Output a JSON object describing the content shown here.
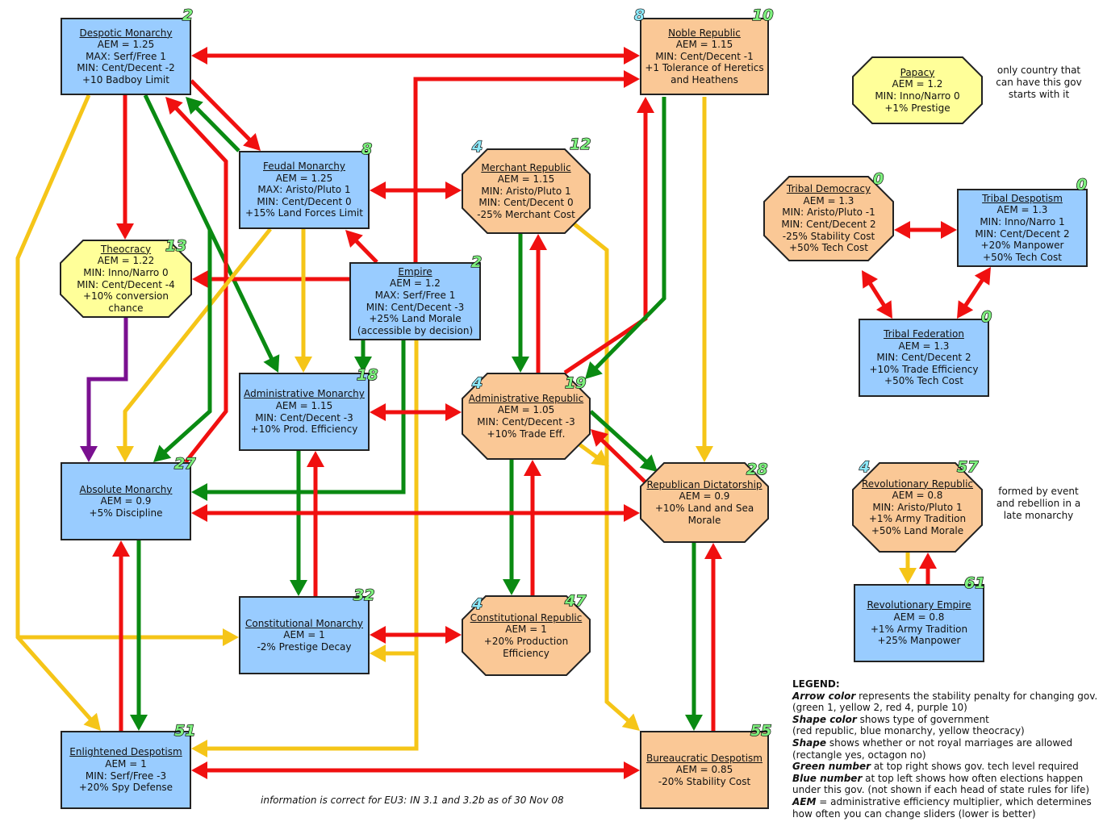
{
  "colors": {
    "arrow_green": "#0a8a12",
    "arrow_yellow": "#f5c518",
    "arrow_red": "#f01010",
    "arrow_purple": "#7a1090",
    "monarchy_blue": "#99ccff",
    "republic_orange": "#fac896",
    "theocracy_yellow": "#ffff99",
    "tech_number_green": "#7ef07e",
    "election_number_blue": "#8ee8f8"
  },
  "nodes": {
    "despotic_monarchy": {
      "title": "Despotic Monarchy",
      "lines": [
        "AEM = 1.25",
        "MAX: Serf/Free 1",
        "MIN: Cent/Decent -2",
        "+10 Badboy Limit"
      ],
      "tech": "2",
      "election": "",
      "type": "monarchy",
      "shape": "rectangle"
    },
    "noble_republic": {
      "title": "Noble Republic",
      "lines": [
        "AEM = 1.15",
        "MIN: Cent/Decent -1",
        "+1 Tolerance of Heretics",
        "and Heathens"
      ],
      "tech": "10",
      "election": "8",
      "type": "republic",
      "shape": "rectangle"
    },
    "papacy": {
      "title": "Papacy",
      "lines": [
        "AEM = 1.2",
        "MIN: Inno/Narro 0",
        "+1% Prestige"
      ],
      "tech": "",
      "election": "",
      "type": "theocracy",
      "shape": "octagon"
    },
    "feudal_monarchy": {
      "title": "Feudal Monarchy",
      "lines": [
        "AEM = 1.25",
        "MAX: Aristo/Pluto 1",
        "MIN: Cent/Decent 0",
        "+15% Land Forces Limit"
      ],
      "tech": "8",
      "election": "",
      "type": "monarchy",
      "shape": "rectangle"
    },
    "merchant_republic": {
      "title": "Merchant Republic",
      "lines": [
        "AEM = 1.15",
        "MIN: Aristo/Pluto 1",
        "MIN: Cent/Decent 0",
        "-25% Merchant Cost"
      ],
      "tech": "12",
      "election": "4",
      "type": "republic",
      "shape": "octagon"
    },
    "tribal_democracy": {
      "title": "Tribal Democracy",
      "lines": [
        "AEM = 1.3",
        "MIN: Aristo/Pluto -1",
        "MIN: Cent/Decent 2",
        "-25% Stability Cost",
        "+50% Tech Cost"
      ],
      "tech": "0",
      "election": "",
      "type": "republic",
      "shape": "octagon"
    },
    "tribal_despotism": {
      "title": "Tribal Despotism",
      "lines": [
        "AEM = 1.3",
        "MIN: Inno/Narro 1",
        "MIN: Cent/Decent 2",
        "+20% Manpower",
        "+50% Tech Cost"
      ],
      "tech": "0",
      "election": "",
      "type": "monarchy",
      "shape": "rectangle"
    },
    "theocracy": {
      "title": "Theocracy",
      "lines": [
        "AEM = 1.22",
        "MIN: Inno/Narro 0",
        "MIN: Cent/Decent -4",
        "+10% conversion",
        "chance"
      ],
      "tech": "13",
      "election": "",
      "type": "theocracy",
      "shape": "octagon"
    },
    "empire": {
      "title": "Empire",
      "lines": [
        "AEM = 1.2",
        "MAX: Serf/Free 1",
        "MIN: Cent/Decent -3",
        "+25% Land Morale",
        "(accessible by decision)"
      ],
      "tech": "2",
      "election": "",
      "type": "monarchy",
      "shape": "rectangle"
    },
    "tribal_federation": {
      "title": "Tribal Federation",
      "lines": [
        "AEM = 1.3",
        "MIN: Cent/Decent 2",
        "+10% Trade Efficiency",
        "+50% Tech Cost"
      ],
      "tech": "0",
      "election": "",
      "type": "monarchy",
      "shape": "rectangle"
    },
    "administrative_monarchy": {
      "title": "Administrative Monarchy",
      "lines": [
        "AEM = 1.15",
        "MIN: Cent/Decent -3",
        "+10% Prod. Efficiency"
      ],
      "tech": "18",
      "election": "",
      "type": "monarchy",
      "shape": "rectangle"
    },
    "administrative_republic": {
      "title": "Administrative Republic",
      "lines": [
        "AEM = 1.05",
        "MIN: Cent/Decent -3",
        "+10% Trade Eff."
      ],
      "tech": "19",
      "election": "4",
      "type": "republic",
      "shape": "octagon"
    },
    "absolute_monarchy": {
      "title": "Absolute Monarchy",
      "lines": [
        "AEM = 0.9",
        "+5% Discipline"
      ],
      "tech": "27",
      "election": "",
      "type": "monarchy",
      "shape": "rectangle"
    },
    "republican_dictatorship": {
      "title": "Republican Dictatorship",
      "lines": [
        "AEM = 0.9",
        "+10% Land and Sea",
        "Morale"
      ],
      "tech": "28",
      "election": "",
      "type": "republic",
      "shape": "octagon"
    },
    "revolutionary_republic": {
      "title": "Revolutionary Republic",
      "lines": [
        "AEM = 0.8",
        "MIN: Aristo/Pluto 1",
        "+1% Army Tradition",
        "+50% Land Morale"
      ],
      "tech": "57",
      "election": "4",
      "type": "republic",
      "shape": "octagon"
    },
    "revolutionary_empire": {
      "title": "Revolutionary Empire",
      "lines": [
        "AEM = 0.8",
        "+1% Army Tradition",
        "+25% Manpower"
      ],
      "tech": "61",
      "election": "",
      "type": "monarchy",
      "shape": "rectangle"
    },
    "constitutional_monarchy": {
      "title": "Constitutional Monarchy",
      "lines": [
        "AEM = 1",
        "-2% Prestige Decay"
      ],
      "tech": "32",
      "election": "",
      "type": "monarchy",
      "shape": "rectangle"
    },
    "constitutional_republic": {
      "title": "Constitutional Republic",
      "lines": [
        "AEM = 1",
        "+20% Production",
        "Efficiency"
      ],
      "tech": "47",
      "election": "4",
      "type": "republic",
      "shape": "octagon"
    },
    "enlightened_despotism": {
      "title": "Enlightened Despotism",
      "lines": [
        "AEM = 1",
        "MIN: Serf/Free -3",
        "+20% Spy Defense"
      ],
      "tech": "51",
      "election": "",
      "type": "monarchy",
      "shape": "rectangle"
    },
    "bureaucratic_despotism": {
      "title": "Bureaucratic Despotism",
      "lines": [
        "AEM = 0.85",
        "-20% Stability Cost"
      ],
      "tech": "55",
      "election": "",
      "type": "republic",
      "shape": "rectangle"
    }
  },
  "edges": [
    {
      "from": "despotic_monarchy",
      "to": "noble_republic",
      "color": "red",
      "bidirectional": true
    },
    {
      "from": "empire",
      "to": "noble_republic",
      "color": "red",
      "bidirectional": false
    },
    {
      "from": "despotic_monarchy",
      "to": "feudal_monarchy",
      "color": "red",
      "bidirectional": false
    },
    {
      "from": "feudal_monarchy",
      "to": "despotic_monarchy",
      "color": "green",
      "bidirectional": false
    },
    {
      "from": "despotic_monarchy",
      "to": "theocracy",
      "color": "red",
      "bidirectional": false
    },
    {
      "from": "despotic_monarchy",
      "to": "administrative_monarchy",
      "color": "green",
      "bidirectional": false
    },
    {
      "from": "absolute_monarchy",
      "to": "despotic_monarchy",
      "color": "red",
      "bidirectional": false
    },
    {
      "from": "despotic_monarchy",
      "to": "enlightened_despotism",
      "color": "yellow",
      "bidirectional": false
    },
    {
      "from": "despotic_monarchy",
      "to": "constitutional_monarchy",
      "color": "yellow",
      "bidirectional": false
    },
    {
      "from": "feudal_monarchy",
      "to": "merchant_republic",
      "color": "red",
      "bidirectional": true
    },
    {
      "from": "empire",
      "to": "feudal_monarchy",
      "color": "red",
      "bidirectional": false
    },
    {
      "from": "empire",
      "to": "theocracy",
      "color": "red",
      "bidirectional": false
    },
    {
      "from": "feudal_monarchy",
      "to": "administrative_monarchy",
      "color": "yellow",
      "bidirectional": false
    },
    {
      "from": "feudal_monarchy",
      "to": "absolute_monarchy",
      "color": "yellow",
      "bidirectional": false
    },
    {
      "from": "feudal_monarchy",
      "to": "absolute_monarchy",
      "color": "green",
      "bidirectional": false
    },
    {
      "from": "empire",
      "to": "administrative_monarchy",
      "color": "green",
      "bidirectional": false
    },
    {
      "from": "empire",
      "to": "absolute_monarchy",
      "color": "green",
      "bidirectional": false
    },
    {
      "from": "empire",
      "to": "enlightened_despotism",
      "color": "yellow",
      "bidirectional": false
    },
    {
      "from": "theocracy",
      "to": "absolute_monarchy",
      "color": "purple",
      "bidirectional": false
    },
    {
      "from": "merchant_republic",
      "to": "administrative_republic",
      "color": "green",
      "bidirectional": false
    },
    {
      "from": "administrative_republic",
      "to": "merchant_republic",
      "color": "red",
      "bidirectional": false
    },
    {
      "from": "merchant_republic",
      "to": "bureaucratic_despotism",
      "color": "yellow",
      "bidirectional": false
    },
    {
      "from": "administrative_republic",
      "to": "noble_republic",
      "color": "red",
      "bidirectional": false
    },
    {
      "from": "noble_republic",
      "to": "administrative_republic",
      "color": "green",
      "bidirectional": false
    },
    {
      "from": "noble_republic",
      "to": "republican_dictatorship",
      "color": "yellow",
      "bidirectional": false
    },
    {
      "from": "administrative_monarchy",
      "to": "administrative_republic",
      "color": "red",
      "bidirectional": true
    },
    {
      "from": "administrative_monarchy",
      "to": "constitutional_monarchy",
      "color": "green",
      "bidirectional": false
    },
    {
      "from": "constitutional_monarchy",
      "to": "administrative_monarchy",
      "color": "red",
      "bidirectional": false
    },
    {
      "from": "administrative_republic",
      "to": "constitutional_republic",
      "color": "green",
      "bidirectional": false
    },
    {
      "from": "constitutional_republic",
      "to": "administrative_republic",
      "color": "red",
      "bidirectional": false
    },
    {
      "from": "administrative_republic",
      "to": "republican_dictatorship",
      "color": "green",
      "bidirectional": false
    },
    {
      "from": "republican_dictatorship",
      "to": "administrative_republic",
      "color": "red",
      "bidirectional": false
    },
    {
      "from": "absolute_monarchy",
      "to": "republican_dictatorship",
      "color": "red",
      "bidirectional": true
    },
    {
      "from": "absolute_monarchy",
      "to": "enlightened_despotism",
      "color": "green",
      "bidirectional": false
    },
    {
      "from": "enlightened_despotism",
      "to": "absolute_monarchy",
      "color": "red",
      "bidirectional": false
    },
    {
      "from": "constitutional_monarchy",
      "to": "constitutional_republic",
      "color": "red",
      "bidirectional": true
    },
    {
      "from": "empire",
      "to": "constitutional_monarchy",
      "color": "yellow",
      "bidirectional": false
    },
    {
      "from": "republican_dictatorship",
      "to": "bureaucratic_despotism",
      "color": "green",
      "bidirectional": false
    },
    {
      "from": "bureaucratic_despotism",
      "to": "republican_dictatorship",
      "color": "red",
      "bidirectional": false
    },
    {
      "from": "administrative_republic",
      "to": "bureaucratic_despotism",
      "color": "yellow",
      "bidirectional": false
    },
    {
      "from": "enlightened_despotism",
      "to": "bureaucratic_despotism",
      "color": "red",
      "bidirectional": true
    },
    {
      "from": "tribal_democracy",
      "to": "tribal_despotism",
      "color": "red",
      "bidirectional": true
    },
    {
      "from": "tribal_democracy",
      "to": "tribal_federation",
      "color": "red",
      "bidirectional": true
    },
    {
      "from": "tribal_despotism",
      "to": "tribal_federation",
      "color": "red",
      "bidirectional": true
    },
    {
      "from": "revolutionary_republic",
      "to": "revolutionary_empire",
      "color": "yellow",
      "bidirectional": false
    },
    {
      "from": "revolutionary_empire",
      "to": "revolutionary_republic",
      "color": "red",
      "bidirectional": false
    }
  ],
  "notes": {
    "papacy_note": [
      "only country that",
      "can have this gov",
      "starts with it"
    ],
    "revolutionary_note": [
      "formed by event",
      "and rebellion in",
      "a late monarchy"
    ],
    "footer": "information is correct for EU3: IN 3.1 and 3.2b as of 30 Nov 08"
  },
  "legend": {
    "heading": "LEGEND:",
    "items": [
      {
        "key": "Arrow color",
        "text": " represents the stability penalty for changing gov."
      },
      {
        "key": "",
        "text": "(green 1, yellow 2, red 4, purple 10)"
      },
      {
        "key": "Shape color",
        "text": " shows type of government"
      },
      {
        "key": "",
        "text": "(red republic, blue monarchy, yellow theocracy)"
      },
      {
        "key": "Shape",
        "text": " shows whether or not royal marriages are allowed"
      },
      {
        "key": "",
        "text": "(rectangle yes, octagon no)"
      },
      {
        "key": "Green number",
        "text": " at top right shows gov. tech level required"
      },
      {
        "key": "Blue number",
        "text": " at top left shows how often elections happen"
      },
      {
        "key": "",
        "text": "under this gov. (not shown if each head of state rules for life)"
      },
      {
        "key": "AEM",
        "text": " = administrative efficiency multiplier, which determines"
      },
      {
        "key": "",
        "text": "how often you can change sliders (lower is better)"
      }
    ]
  }
}
